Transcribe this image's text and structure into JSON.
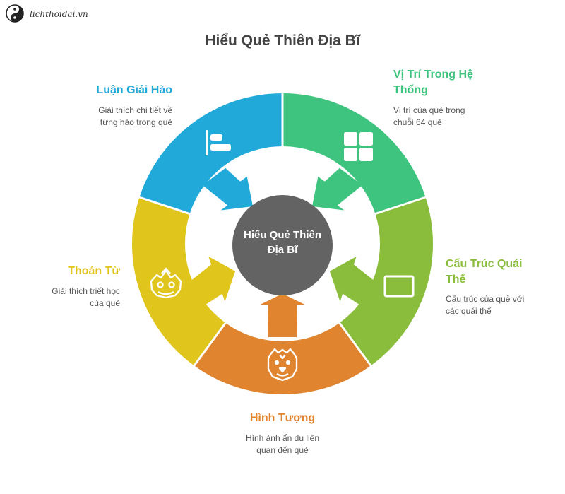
{
  "logo": {
    "text": "lichthoidai.vn",
    "icon": "yin-yang-icon"
  },
  "title": "Hiểu Quẻ Thiên Địa Bĩ",
  "center": {
    "line1": "Hiểu Quẻ Thiên",
    "line2": "Địa Bĩ",
    "color": "#636363"
  },
  "segments": [
    {
      "key": "vi_tri",
      "title_line1": "Vị Trí Trong Hệ",
      "title_line2": "Thống",
      "desc_line1": "Vị trí của quẻ trong",
      "desc_line2": "chuỗi 64 quẻ",
      "color": "#3fc47f",
      "icon": "grid-icon"
    },
    {
      "key": "cau_truc",
      "title_line1": "Cấu Trúc Quái",
      "title_line2": "Thể",
      "desc_line1": "Cấu trúc của quẻ với",
      "desc_line2": "các quái thể",
      "color": "#8bbd3c",
      "icon": "tablet-icon"
    },
    {
      "key": "hinh_tuong",
      "title_line1": "Hình Tượng",
      "desc_line1": "Hình ảnh ẩn dụ liên",
      "desc_line2": "quan đến quẻ",
      "color": "#e08430",
      "icon": "tiger-icon"
    },
    {
      "key": "thoan_tu",
      "title_line1": "Thoán Từ",
      "desc_line1": "Giải thích triết học",
      "desc_line2": "của quẻ",
      "color": "#e0c61c",
      "icon": "lion-dance-icon"
    },
    {
      "key": "luan_giai",
      "title_line1": "Luận Giải Hào",
      "desc_line1": "Giải thích chi tiết về",
      "desc_line2": "từng hào trong quẻ",
      "color": "#21a9d9",
      "icon": "bar-chart-icon"
    }
  ]
}
